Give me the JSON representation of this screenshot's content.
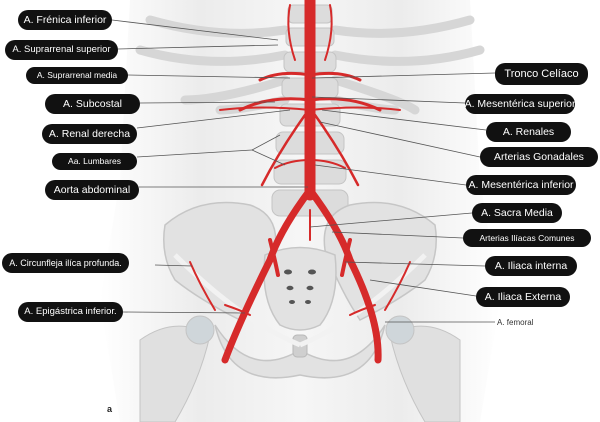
{
  "diagram": {
    "title_letter": "a",
    "colors": {
      "artery": "#d62a2a",
      "bone": "#e4e4e4",
      "bone_shadow": "#c8c8c8",
      "label_bg": "#111111",
      "label_text": "#ffffff",
      "leader_line": "#555555"
    },
    "labels_left": [
      {
        "text": "A. Frénica inferior"
      },
      {
        "text": "A. Suprarrenal superior"
      },
      {
        "text": "A. Suprarrenal media"
      },
      {
        "text": "A. Subcostal"
      },
      {
        "text": "A. Renal derecha"
      },
      {
        "text": "Aa. Lumbares"
      },
      {
        "text": "Aorta abdominal"
      },
      {
        "text": "A. Circunfleja ilíca profunda."
      },
      {
        "text": "A. Epigástrica inferior."
      }
    ],
    "labels_right": [
      {
        "text": "Tronco Celíaco"
      },
      {
        "text": "A. Mesentérica superior"
      },
      {
        "text": "A. Renales"
      },
      {
        "text": "Arterias Gonadales"
      },
      {
        "text": "A. Mesentérica inferior"
      },
      {
        "text": "A. Sacra Media"
      },
      {
        "text": "Arterias Ilíacas Comunes"
      },
      {
        "text": "A. Iliaca interna"
      },
      {
        "text": "A. Iliaca Externa"
      },
      {
        "text": "A. femoral"
      }
    ]
  }
}
